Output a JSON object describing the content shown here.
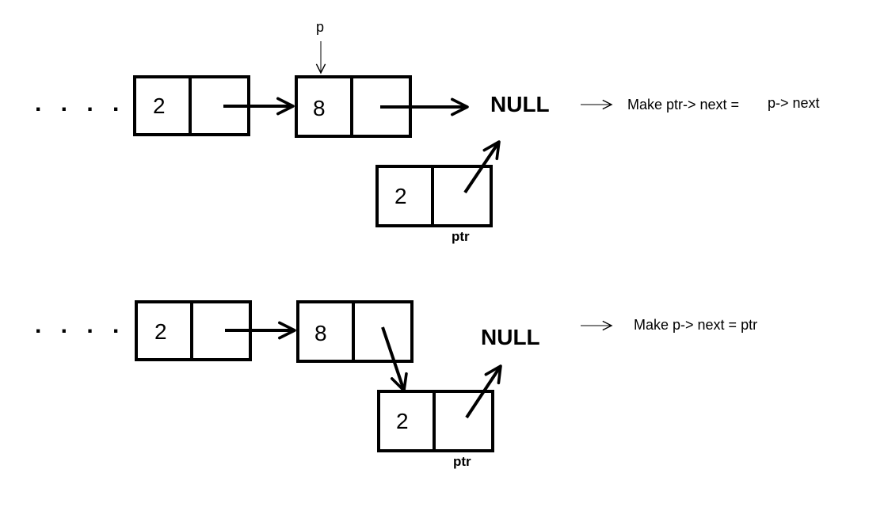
{
  "step1": {
    "ellipsis": ". . . .",
    "node_a_value": "2",
    "node_b_value": "8",
    "pointer_label": "p",
    "null_label": "NULL",
    "new_node_value": "2",
    "new_node_label": "ptr",
    "instruction_left": "Make ptr-> next =",
    "instruction_right": "p-> next"
  },
  "step2": {
    "ellipsis": ". . . .",
    "node_a_value": "2",
    "node_b_value": "8",
    "null_label": "NULL",
    "new_node_value": "2",
    "new_node_label": "ptr",
    "instruction": "Make p-> next = ptr"
  }
}
